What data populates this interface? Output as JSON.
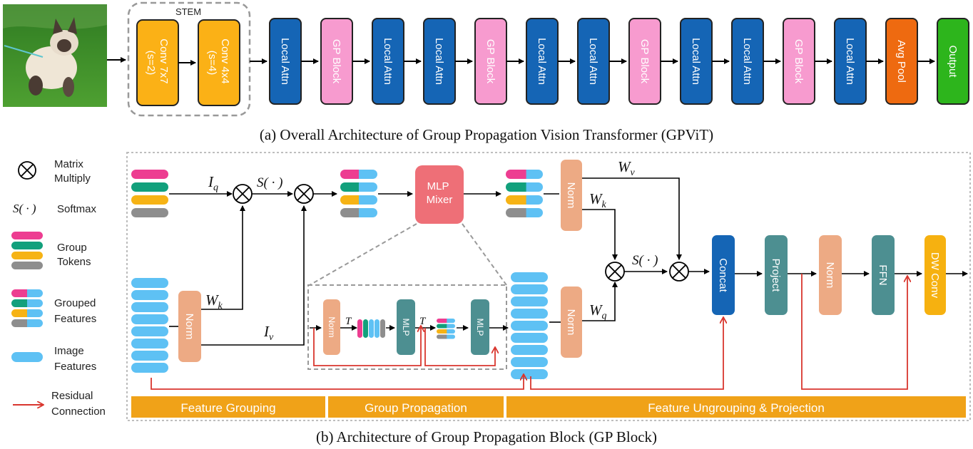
{
  "top": {
    "stem_label": "STEM",
    "stem_conv1": [
      "Conv 7x7",
      "(s=2)"
    ],
    "stem_conv2": [
      "Conv 4x4",
      "(s=4)"
    ],
    "stages": [
      "Local Attn",
      "GP Block",
      "Local Attn",
      "Local Attn",
      "GP Block",
      "Local Attn",
      "Local Attn",
      "GP Block",
      "Local Attn",
      "Local Attn",
      "GP Block",
      "Local Attn",
      "Avg Pool",
      "Output"
    ],
    "caption": "(a) Overall Architecture of Group Propagation Vision Transformer (GPViT)"
  },
  "legend": {
    "matrix_multiply": [
      "Matrix",
      "Multiply"
    ],
    "softmax_symbol": "S( · )",
    "softmax": "Softmax",
    "group_tokens": [
      "Group",
      "Tokens"
    ],
    "grouped_features": [
      "Grouped",
      "Features"
    ],
    "image_features": [
      "Image",
      "Features"
    ],
    "residual": [
      "Residual",
      "Connection"
    ]
  },
  "block": {
    "iq": "I",
    "iq_sub": "q",
    "iv": "I",
    "iv_sub": "v",
    "wk": "W",
    "wk_sub": "k",
    "wk2": "W",
    "wk2_sub": "k",
    "wv": "W",
    "wv_sub": "v",
    "wq": "W",
    "wq_sub": "q",
    "softmax1": "S( · )",
    "softmax2": "S( · )",
    "norm": "Norm",
    "mlp_mixer": [
      "MLP",
      "Mixer"
    ],
    "mlp": "MLP",
    "transpose": "T",
    "concat": "Concat",
    "project": "Project",
    "ffn": "FFN",
    "dw_conv": "DW Conv",
    "sections": [
      "Feature Grouping",
      "Group Propagation",
      "Feature Ungrouping & Projection"
    ],
    "caption": "(b) Architecture of Group Propagation Block (GP Block)"
  },
  "colors": {
    "local_attn": "#1565b5",
    "gp_block": "#f79bcf",
    "stem": "#fbb116",
    "avg_pool": "#ee6a10",
    "output": "#2db51c",
    "norm": "#edaa84",
    "teal": "#4d8f91",
    "mlp_mixer": "#ee6f77",
    "token_pink": "#ed3d91",
    "token_green": "#12a07c",
    "token_yellow": "#f6b315",
    "token_gray": "#8e8e8e",
    "image_feature": "#5ec1f4",
    "residual": "#d9362e",
    "section_bar": "#f0a218",
    "dw_conv": "#f6b110",
    "concat": "#1565b5"
  }
}
